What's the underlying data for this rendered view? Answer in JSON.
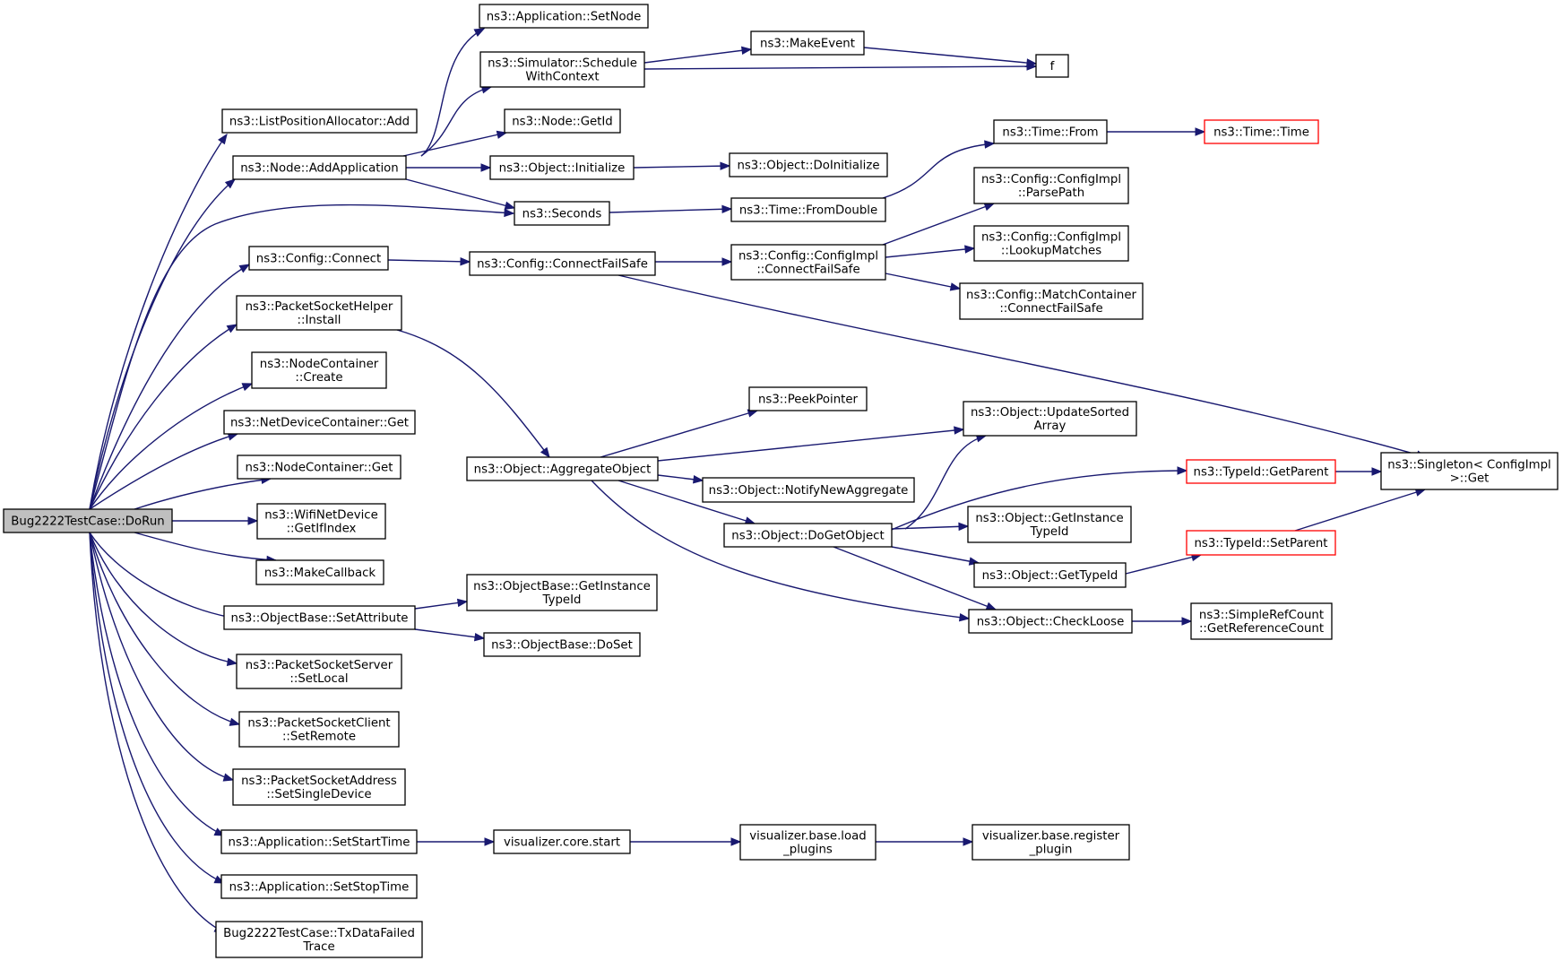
{
  "nodes": [
    {
      "id": "root",
      "lines": [
        "Bug2222TestCase::DoRun"
      ],
      "style": "root"
    },
    {
      "id": "listadd",
      "lines": [
        "ns3::ListPositionAllocator::Add"
      ]
    },
    {
      "id": "addapp",
      "lines": [
        "ns3::Node::AddApplication"
      ]
    },
    {
      "id": "cfgconnect",
      "lines": [
        "ns3::Config::Connect"
      ]
    },
    {
      "id": "pshelper",
      "lines": [
        "ns3::PacketSocketHelper",
        "::Install"
      ]
    },
    {
      "id": "nccreate",
      "lines": [
        "ns3::NodeContainer",
        "::Create"
      ]
    },
    {
      "id": "ndcget",
      "lines": [
        "ns3::NetDeviceContainer::Get"
      ]
    },
    {
      "id": "ncget",
      "lines": [
        "ns3::NodeContainer::Get"
      ]
    },
    {
      "id": "wifiifindex",
      "lines": [
        "ns3::WifiNetDevice",
        "::GetIfIndex"
      ]
    },
    {
      "id": "makecb",
      "lines": [
        "ns3::MakeCallback"
      ]
    },
    {
      "id": "obsetattr",
      "lines": [
        "ns3::ObjectBase::SetAttribute"
      ]
    },
    {
      "id": "psserver",
      "lines": [
        "ns3::PacketSocketServer",
        "::SetLocal"
      ]
    },
    {
      "id": "psclient",
      "lines": [
        "ns3::PacketSocketClient",
        "::SetRemote"
      ]
    },
    {
      "id": "psaddr",
      "lines": [
        "ns3::PacketSocketAddress",
        "::SetSingleDevice"
      ]
    },
    {
      "id": "appstart",
      "lines": [
        "ns3::Application::SetStartTime"
      ]
    },
    {
      "id": "appstop",
      "lines": [
        "ns3::Application::SetStopTime"
      ]
    },
    {
      "id": "txfailed",
      "lines": [
        "Bug2222TestCase::TxDataFailed",
        "Trace"
      ]
    },
    {
      "id": "appsetnode",
      "lines": [
        "ns3::Application::SetNode"
      ]
    },
    {
      "id": "schedctx",
      "lines": [
        "ns3::Simulator::Schedule",
        "WithContext"
      ]
    },
    {
      "id": "nodegetid",
      "lines": [
        "ns3::Node::GetId"
      ]
    },
    {
      "id": "objinit",
      "lines": [
        "ns3::Object::Initialize"
      ]
    },
    {
      "id": "seconds",
      "lines": [
        "ns3::Seconds"
      ]
    },
    {
      "id": "cfgcfs",
      "lines": [
        "ns3::Config::ConnectFailSafe"
      ]
    },
    {
      "id": "aggobj",
      "lines": [
        "ns3::Object::AggregateObject"
      ]
    },
    {
      "id": "obgetinst",
      "lines": [
        "ns3::ObjectBase::GetInstance",
        "TypeId"
      ]
    },
    {
      "id": "obdoset",
      "lines": [
        "ns3::ObjectBase::DoSet"
      ]
    },
    {
      "id": "viscore",
      "lines": [
        "visualizer.core.start"
      ]
    },
    {
      "id": "makeevent",
      "lines": [
        "ns3::MakeEvent"
      ]
    },
    {
      "id": "f",
      "lines": [
        "f"
      ]
    },
    {
      "id": "objdoinit",
      "lines": [
        "ns3::Object::DoInitialize"
      ]
    },
    {
      "id": "timefromdouble",
      "lines": [
        "ns3::Time::FromDouble"
      ]
    },
    {
      "id": "timefrom",
      "lines": [
        "ns3::Time::From"
      ]
    },
    {
      "id": "timetime",
      "lines": [
        "ns3::Time::Time"
      ],
      "style": "red"
    },
    {
      "id": "cicfs",
      "lines": [
        "ns3::Config::ConfigImpl",
        "::ConnectFailSafe"
      ]
    },
    {
      "id": "ciparse",
      "lines": [
        "ns3::Config::ConfigImpl",
        "::ParsePath"
      ]
    },
    {
      "id": "cilookup",
      "lines": [
        "ns3::Config::ConfigImpl",
        "::LookupMatches"
      ]
    },
    {
      "id": "mccfs",
      "lines": [
        "ns3::Config::MatchContainer",
        "::ConnectFailSafe"
      ]
    },
    {
      "id": "singleton",
      "lines": [
        "ns3::Singleton< ConfigImpl",
        " >::Get"
      ]
    },
    {
      "id": "peek",
      "lines": [
        "ns3::PeekPointer"
      ]
    },
    {
      "id": "updsorted",
      "lines": [
        "ns3::Object::UpdateSorted",
        "Array"
      ]
    },
    {
      "id": "notifyagg",
      "lines": [
        "ns3::Object::NotifyNewAggregate"
      ]
    },
    {
      "id": "dogetobj",
      "lines": [
        "ns3::Object::DoGetObject"
      ]
    },
    {
      "id": "typegetparent",
      "lines": [
        "ns3::TypeId::GetParent"
      ],
      "style": "red"
    },
    {
      "id": "objgetinst",
      "lines": [
        "ns3::Object::GetInstance",
        "TypeId"
      ]
    },
    {
      "id": "objgettypeid",
      "lines": [
        "ns3::Object::GetTypeId"
      ]
    },
    {
      "id": "typesetparent",
      "lines": [
        "ns3::TypeId::SetParent"
      ],
      "style": "red"
    },
    {
      "id": "checkloose",
      "lines": [
        "ns3::Object::CheckLoose"
      ]
    },
    {
      "id": "simplerc",
      "lines": [
        "ns3::SimpleRefCount",
        "::GetReferenceCount"
      ]
    },
    {
      "id": "visload",
      "lines": [
        "visualizer.base.load",
        "_plugins"
      ]
    },
    {
      "id": "visreg",
      "lines": [
        "visualizer.base.register",
        "_plugin"
      ]
    }
  ],
  "edges": [
    [
      "root",
      "listadd"
    ],
    [
      "root",
      "addapp"
    ],
    [
      "root",
      "seconds"
    ],
    [
      "root",
      "cfgconnect"
    ],
    [
      "root",
      "pshelper"
    ],
    [
      "root",
      "nccreate"
    ],
    [
      "root",
      "ndcget"
    ],
    [
      "root",
      "ncget"
    ],
    [
      "root",
      "wifiifindex"
    ],
    [
      "root",
      "makecb"
    ],
    [
      "root",
      "obsetattr"
    ],
    [
      "root",
      "psserver"
    ],
    [
      "root",
      "psclient"
    ],
    [
      "root",
      "psaddr"
    ],
    [
      "root",
      "appstart"
    ],
    [
      "root",
      "appstop"
    ],
    [
      "root",
      "txfailed"
    ],
    [
      "addapp",
      "appsetnode"
    ],
    [
      "addapp",
      "schedctx"
    ],
    [
      "addapp",
      "nodegetid"
    ],
    [
      "addapp",
      "objinit"
    ],
    [
      "addapp",
      "seconds"
    ],
    [
      "schedctx",
      "makeevent"
    ],
    [
      "schedctx",
      "f"
    ],
    [
      "makeevent",
      "f"
    ],
    [
      "objinit",
      "objdoinit"
    ],
    [
      "seconds",
      "timefromdouble"
    ],
    [
      "timefromdouble",
      "timefrom"
    ],
    [
      "timefrom",
      "timetime"
    ],
    [
      "cfgconnect",
      "cfgcfs"
    ],
    [
      "cfgcfs",
      "cicfs"
    ],
    [
      "cfgcfs",
      "singleton"
    ],
    [
      "cicfs",
      "ciparse"
    ],
    [
      "cicfs",
      "cilookup"
    ],
    [
      "cicfs",
      "mccfs"
    ],
    [
      "pshelper",
      "aggobj"
    ],
    [
      "aggobj",
      "peek"
    ],
    [
      "aggobj",
      "updsorted"
    ],
    [
      "aggobj",
      "notifyagg"
    ],
    [
      "aggobj",
      "dogetobj"
    ],
    [
      "aggobj",
      "checkloose"
    ],
    [
      "dogetobj",
      "updsorted"
    ],
    [
      "dogetobj",
      "typegetparent"
    ],
    [
      "dogetobj",
      "objgetinst"
    ],
    [
      "dogetobj",
      "objgettypeid"
    ],
    [
      "dogetobj",
      "checkloose"
    ],
    [
      "typegetparent",
      "singleton"
    ],
    [
      "objgettypeid",
      "typesetparent"
    ],
    [
      "typesetparent",
      "singleton"
    ],
    [
      "checkloose",
      "simplerc"
    ],
    [
      "obsetattr",
      "obgetinst"
    ],
    [
      "obsetattr",
      "obdoset"
    ],
    [
      "appstart",
      "viscore"
    ],
    [
      "viscore",
      "visload"
    ],
    [
      "visload",
      "visreg"
    ]
  ]
}
